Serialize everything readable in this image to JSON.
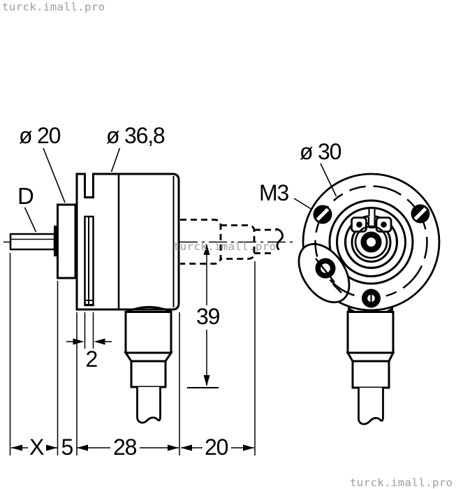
{
  "watermarks": {
    "top_left": "turck.imall.pro",
    "center": "turck.imall.pro",
    "bottom_right": "turck.imall.pro"
  },
  "side_view": {
    "labels": {
      "flange_collar_diameter": "ø 20",
      "body_diameter": "ø 36,8",
      "shaft_code": "D",
      "axis_to_gland_height": "39",
      "groove_width": "2",
      "shaft_length": "X",
      "collar_depth": "5",
      "body_length": "28",
      "connector_length": "20"
    }
  },
  "front_view": {
    "labels": {
      "bolt_circle_diameter": "ø 30",
      "screw_thread": "M3"
    }
  },
  "colors": {
    "line": "#000000",
    "watermark": "#9b9b9b",
    "background": "#ffffff"
  }
}
